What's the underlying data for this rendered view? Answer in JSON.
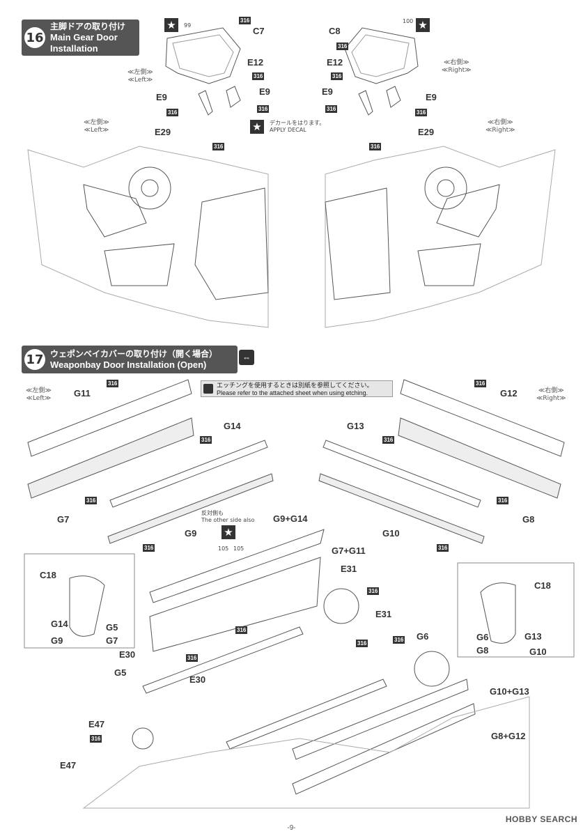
{
  "step16": {
    "number": "16",
    "title_jp": "主脚ドアの取り付け",
    "title_en_1": "Main Gear Door",
    "title_en_2": "Installation"
  },
  "step17": {
    "number": "17",
    "title_jp": "ウェポンベイカバーの取り付け（開く場合）",
    "title_en": "Weaponbay Door Installation (Open)"
  },
  "sides": {
    "left_jp": "≪左側≫",
    "left_en": "≪Left≫",
    "right_jp": "≪右側≫",
    "right_en": "≪Right≫"
  },
  "decal_note": {
    "jp": "デカールをはります。",
    "en": "APPLY DECAL"
  },
  "other_side_note": {
    "jp": "反対側も",
    "en": "The other side also"
  },
  "etching_note": {
    "jp": "エッチングを使用するときは別紙を参照してください。",
    "en": "Please refer to the attached sheet when using etching."
  },
  "decal_numbers": {
    "d99": "99",
    "d100": "100",
    "d105a": "105",
    "d105b": "105"
  },
  "paint_code": "316",
  "parts16": {
    "c7": "C7",
    "c8": "C8",
    "e12_left": "E12",
    "e12_right": "E12",
    "e9_l1": "E9",
    "e9_l2": "E9",
    "e9_r1": "E9",
    "e9_r2": "E9",
    "e29_left": "E29",
    "e29_right": "E29"
  },
  "parts17": {
    "g11": "G11",
    "g7": "G7",
    "g14": "G14",
    "g9": "G9",
    "g13": "G13",
    "g12": "G12",
    "g10": "G10",
    "g8": "G8",
    "g9g14": "G9+G14",
    "g7g11": "G7+G11",
    "e31_a": "E31",
    "e31_b": "E31",
    "c18_left": "C18",
    "g14_inset": "G14",
    "g5_inset": "G5",
    "g9_inset": "G9",
    "g7_inset": "G7",
    "c18_right": "C18",
    "g6_inset": "G6",
    "g13_inset": "G13",
    "g8_inset": "G8",
    "g10_inset": "G10",
    "e30_a": "E30",
    "g5": "G5",
    "e30_b": "E30",
    "g6": "G6",
    "g10g13": "G10+G13",
    "e47_a": "E47",
    "e47_b": "E47",
    "g8g12": "G8+G12"
  },
  "footer": {
    "page": "-9-",
    "brand": "HOBBY SEARCH"
  },
  "icons": {
    "star": "star-icon",
    "arrows": "open-arrows-icon"
  }
}
